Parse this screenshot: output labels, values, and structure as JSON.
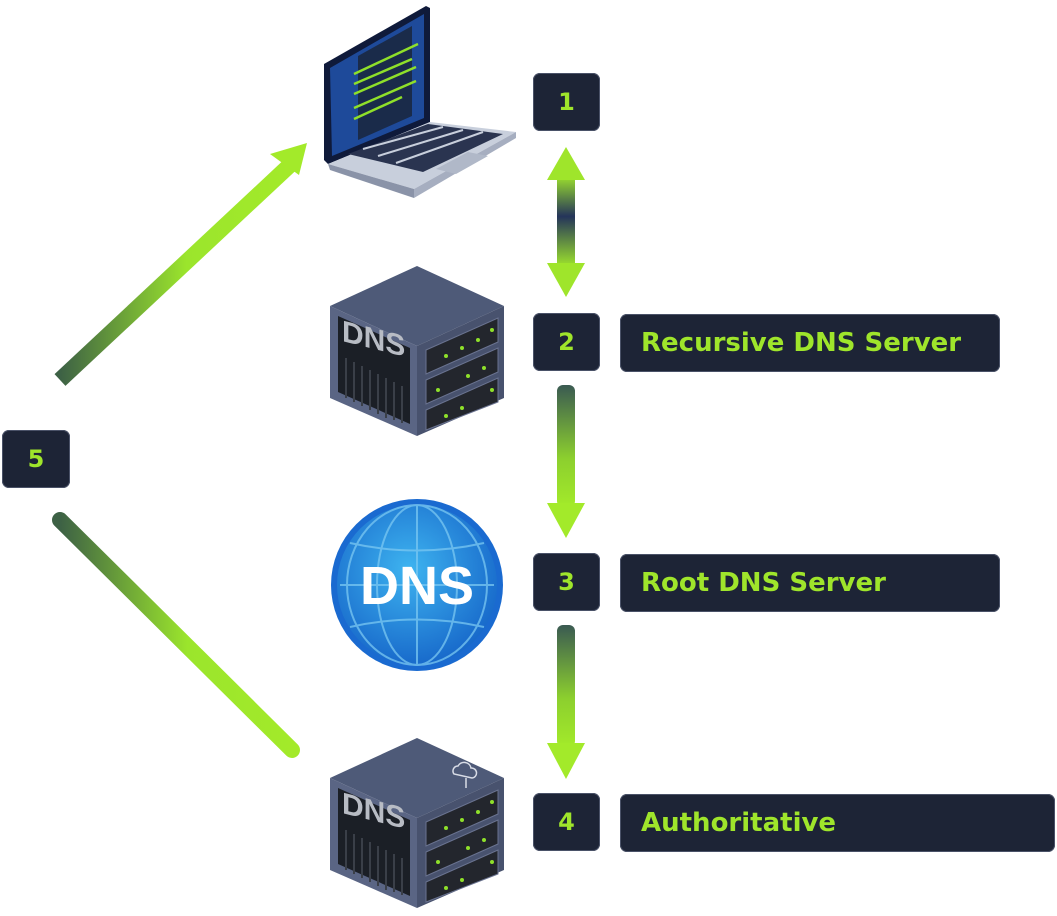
{
  "diagram": {
    "title": "DNS resolution flow",
    "accent_color": "#9fe52b",
    "badge_color": "#1d2436",
    "steps": [
      {
        "number": "1",
        "label": "",
        "icon": "laptop-icon"
      },
      {
        "number": "2",
        "label": "Recursive DNS Server",
        "icon": "dns-server-icon"
      },
      {
        "number": "3",
        "label": "Root DNS Server",
        "icon": "dns-globe-icon"
      },
      {
        "number": "4",
        "label": "Authoritative",
        "icon": "dns-server-cloud-icon"
      },
      {
        "number": "5",
        "label": "",
        "icon": ""
      }
    ],
    "server_text": "DNS",
    "globe_text": "DNS"
  }
}
